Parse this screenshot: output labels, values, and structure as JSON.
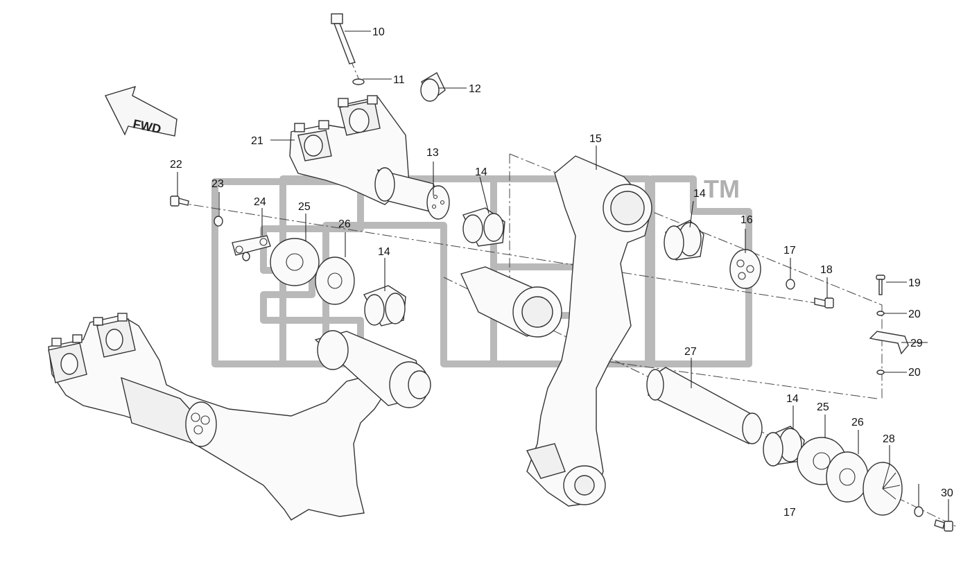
{
  "diagram": {
    "fwd_label": "FWD",
    "watermark_mark": "TM",
    "callouts": [
      "10",
      "11",
      "12",
      "13",
      "14",
      "14",
      "14",
      "14",
      "15",
      "16",
      "17",
      "17",
      "18",
      "19",
      "20",
      "20",
      "21",
      "22",
      "23",
      "24",
      "25",
      "25",
      "26",
      "26",
      "27",
      "28",
      "29",
      "30"
    ]
  }
}
